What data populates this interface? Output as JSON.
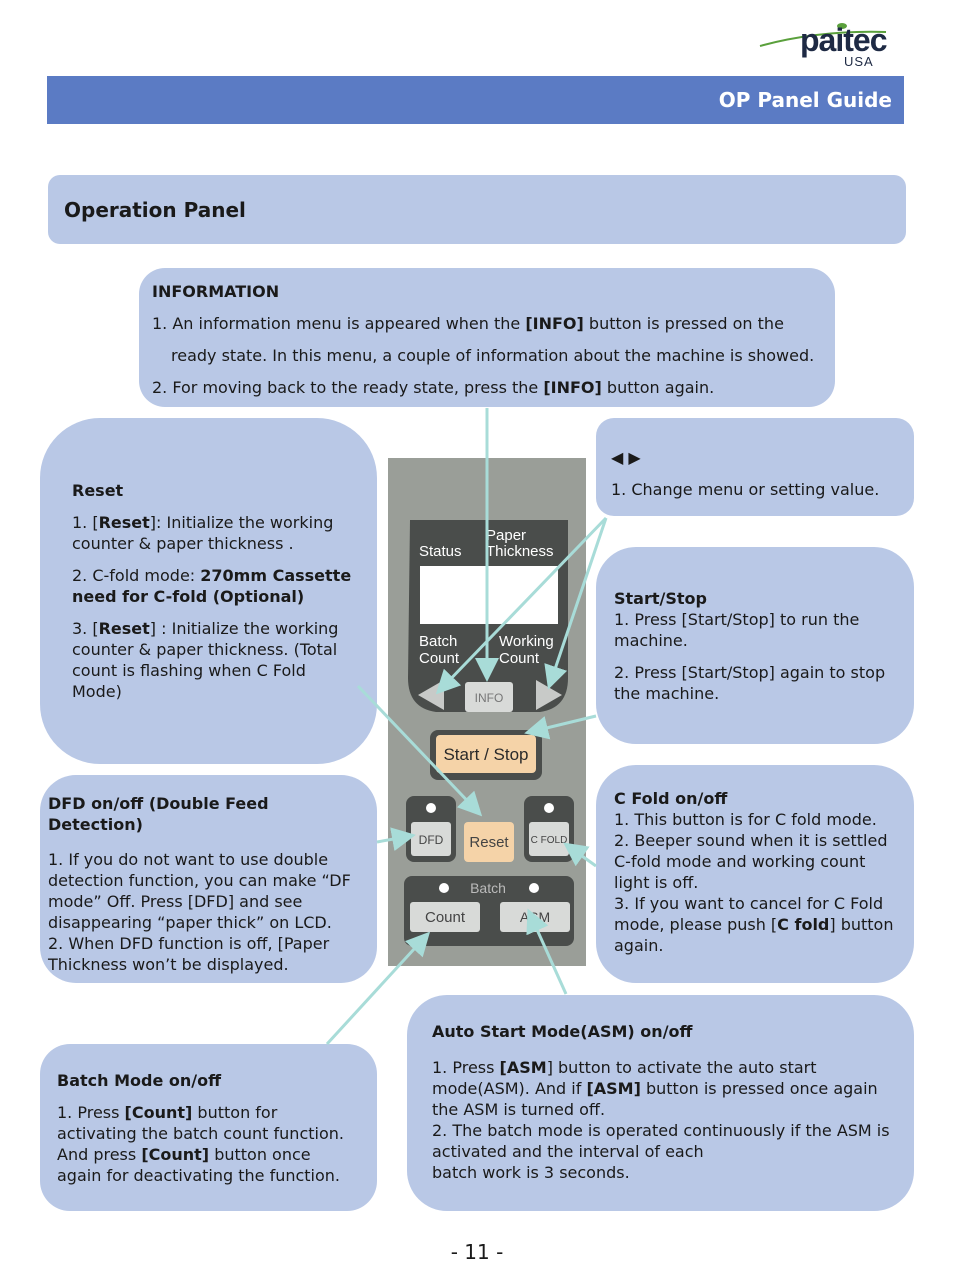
{
  "logo": {
    "word": "paitec",
    "sub": "USA"
  },
  "header": {
    "title": "OP Panel Guide"
  },
  "section": {
    "title": "Operation Panel"
  },
  "info_box": {
    "title": "INFORMATION",
    "line1_a": "1. An information menu is appeared when the ",
    "line1_b": "[INFO]",
    "line1_c": " button is pressed on the",
    "line2": "ready state. In this menu, a couple of information about the machine is showed.",
    "line3_a": "2. For moving back to the ready state, press the ",
    "line3_b": "[INFO]",
    "line3_c": " button again."
  },
  "arrows_box": {
    "title": "◀ ▶",
    "line1": "1. Change menu or setting value."
  },
  "reset_box": {
    "title": "Reset",
    "p1_a": "1. [",
    "p1_b": "Reset",
    "p1_c": "]:  Initialize the working counter & paper thickness .",
    "p2_a": "2. C-fold mode: ",
    "p2_b": "270mm Cassette need for C-fold (Optional)",
    "p3_a": "3. [",
    "p3_b": "Reset",
    "p3_c": "] : Initialize the working counter & paper thickness. (Total count is flashing when C Fold Mode)"
  },
  "startstop_box": {
    "title": "Start/Stop",
    "p1": "1. Press [Start/Stop] to run the machine.",
    "p2": "2. Press [Start/Stop] again to stop the machine."
  },
  "dfd_box": {
    "title": "DFD on/off (Double Feed Detection)",
    "p1": "1. If you do not want to use double detection function, you can make “DF mode” Off. Press [DFD] and see disappearing “paper thick” on LCD.",
    "p2": "2. When DFD function is off, [Paper Thickness won’t be displayed."
  },
  "cfold_box": {
    "title": "C Fold on/off",
    "p1": "1. This button is for C fold mode.",
    "p2": "2. Beeper sound when it is settled C-fold mode and working count light is off.",
    "p3_a": "3. If you want to cancel for C Fold mode, please push [",
    "p3_b": "C fold",
    "p3_c": "] button again."
  },
  "batch_box": {
    "title": "Batch Mode on/off",
    "p_a": "1. Press ",
    "p_b": "[Count]",
    "p_c": " button for activating the batch count function. And press ",
    "p_d": "[Count]",
    "p_e": " button once again for deactivating the function."
  },
  "asm_box": {
    "title": "Auto Start Mode(ASM) on/off",
    "p1_a": "1. Press ",
    "p1_b": "[ASM",
    "p1_c": "] button to activate the auto start mode(ASM). And if ",
    "p1_d": "[ASM]",
    "p1_e": " button is pressed once again the ASM is turned off.",
    "p2": "2. The batch mode is operated continuously if the ASM is activated and the interval of each",
    "p3": "batch work is 3 seconds."
  },
  "panel": {
    "lcd_status": "Status",
    "lcd_paper": "Paper",
    "lcd_thickness": "Thickness",
    "lcd_batch": "Batch",
    "lcd_count1": "Count",
    "lcd_working": "Working",
    "lcd_count2": "Count",
    "info_btn": "INFO",
    "startstop_btn": "Start / Stop",
    "dfd_btn": "DFD",
    "reset_btn": "Reset",
    "cfold_btn": "C FOLD",
    "batch_label": "Batch",
    "count_btn": "Count",
    "asm_btn": "ASM"
  },
  "colors": {
    "header": "#5b7bc4",
    "bubble": "#b9c8e6",
    "arrow": "#a8dcd8",
    "start_btn": "#f5d3a8"
  },
  "footer": {
    "page": "- 11 -"
  }
}
